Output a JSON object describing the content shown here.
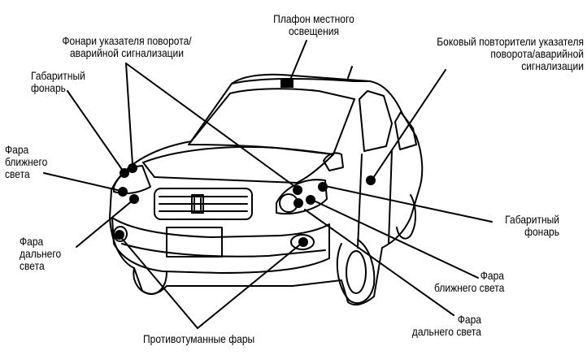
{
  "diagram": {
    "labels": {
      "interior_light": "Плафон местного\nосвещения",
      "turn_front": "Фонари указателя поворота/\nаварийной сигнализации",
      "side_repeater": "Боковый повторители указателя\nповорота/аварийной\nсигнализации",
      "parking_left": "Габаритный\nфонарь",
      "low_left": "Фара\nближнего\nсвета",
      "high_left": "Фара\nдальнего\nсвета",
      "fog": "Противотуманные фары",
      "parking_right": "Габаритный\nфонарь",
      "low_right": "Фара\nближнего света",
      "high_right": "Фара\nдальнего света"
    },
    "colors": {
      "ink": "#000000",
      "paper": "#ffffff"
    }
  }
}
